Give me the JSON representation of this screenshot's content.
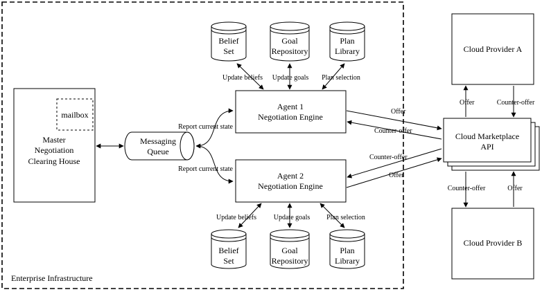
{
  "enterprise": {
    "label": "Enterprise Infrastructure"
  },
  "clearing_house": {
    "lines": [
      "Master",
      "Negotiation",
      "Clearing House"
    ],
    "mailbox": "mailbox"
  },
  "queue": {
    "lines": [
      "Messaging",
      "Queue"
    ]
  },
  "agent1": {
    "lines": [
      "Agent 1",
      "Negotiation Engine"
    ]
  },
  "agent2": {
    "lines": [
      "Agent 2",
      "Negotiation Engine"
    ]
  },
  "top_dbs": [
    {
      "lines": [
        "Belief",
        "Set"
      ],
      "action": "Update beliefs"
    },
    {
      "lines": [
        "Goal",
        "Repository"
      ],
      "action": "Update goals"
    },
    {
      "lines": [
        "Plan",
        "Library"
      ],
      "action": "Plan selection"
    }
  ],
  "bottom_dbs": [
    {
      "lines": [
        "Belief",
        "Set"
      ],
      "action": "Update beliefs"
    },
    {
      "lines": [
        "Goal",
        "Repository"
      ],
      "action": "Update goals"
    },
    {
      "lines": [
        "Plan",
        "Library"
      ],
      "action": "Plan selection"
    }
  ],
  "report_state": "Report current state",
  "marketplace": {
    "lines": [
      "Cloud Marketplace",
      "API"
    ]
  },
  "provider_a": "Cloud Provider A",
  "provider_b": "Cloud Provider B",
  "offer": "Offer",
  "counter_offer": "Counter-offer"
}
